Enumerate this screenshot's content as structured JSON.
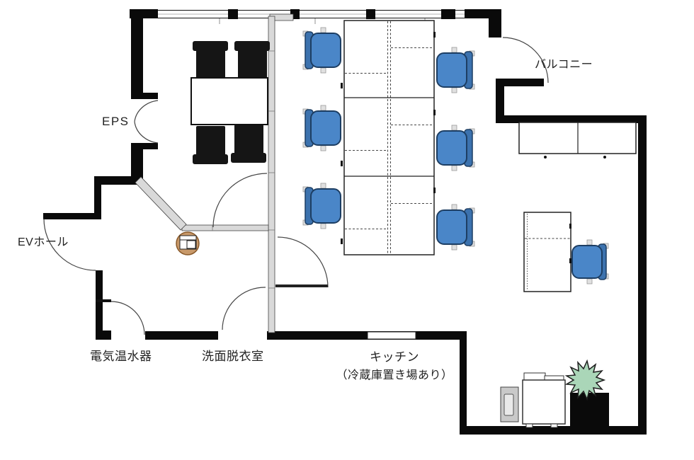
{
  "labels": {
    "eps": "EPS",
    "ev_hall": "EVホール",
    "balcony": "バルコニー",
    "water_heater": "電気温水器",
    "washroom": "洗面脱衣室",
    "kitchen": "キッチン",
    "kitchen_note": "（冷蔵庫置き場あり）"
  },
  "colors": {
    "wall": "#0a0a0a",
    "partition": "#d9d9d9",
    "line": "#444444",
    "chair_blue": "#4a86c8",
    "chair_blue_dark": "#3c72ae",
    "chair_outline": "#1d3e63",
    "meeting_chair_black": "#151515",
    "desk_white": "#ffffff",
    "plant_green": "#aad6b8",
    "planter_black": "#0a0a0a",
    "basin_tan": "#c8996a",
    "basin_outline": "#8a5a2a",
    "background": "#ffffff"
  },
  "furniture": {
    "meeting_table_seats": 4,
    "desk_island": {
      "columns": 2,
      "rows": 3,
      "blue_chairs": 6
    },
    "side_desk_blue_chairs": 1,
    "storage_cabinet_sections": 2,
    "plant_count": 1
  }
}
